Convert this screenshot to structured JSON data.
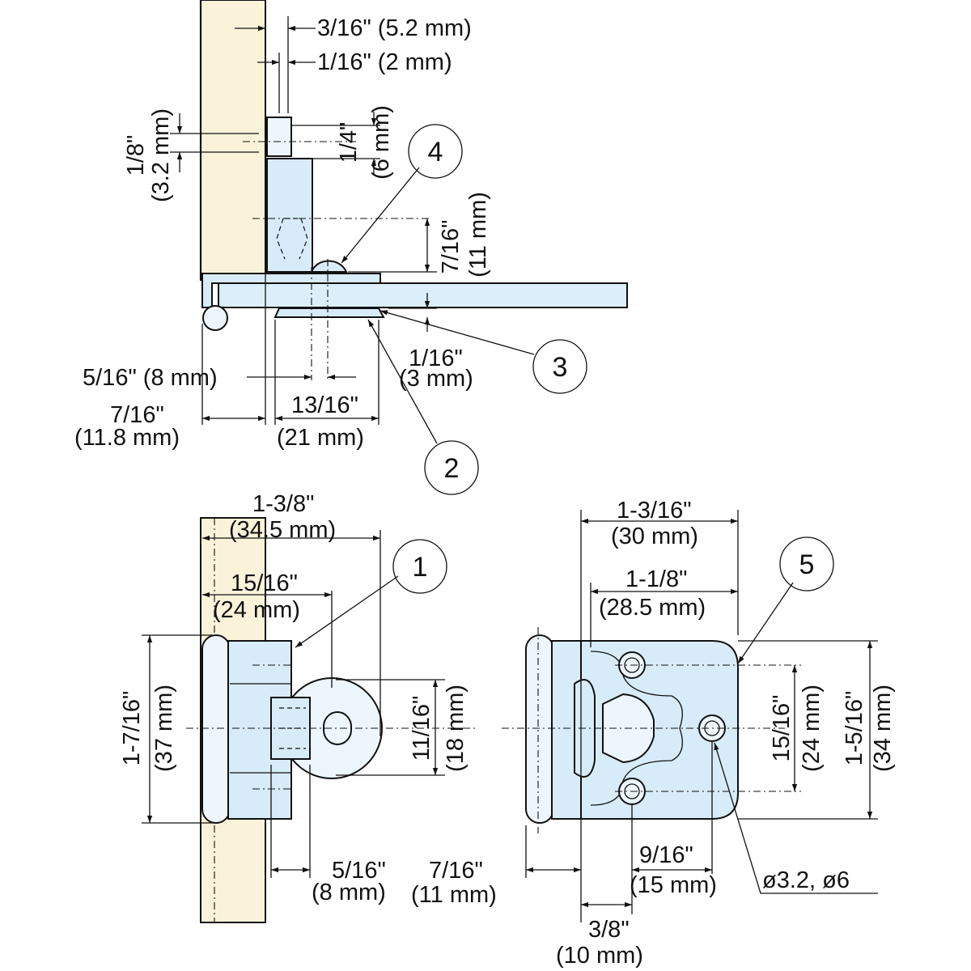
{
  "diagram": {
    "top_view": {
      "dims": {
        "d1": "3/16\" (5.2 mm)",
        "d2": "1/16\" (2 mm)",
        "d3_in": "1/8\"",
        "d3_mm": "(3.2 mm)",
        "d4_in": "1/4\"",
        "d4_mm": "(6 mm)",
        "d5_in": "7/16\"",
        "d5_mm": "(11 mm)",
        "d6_in": "1/16\"",
        "d6_mm": "(3 mm)",
        "d7": "5/16\" (8 mm)",
        "d8_in": "7/16\"",
        "d8_mm": "(11.8 mm)",
        "d9_in": "13/16\"",
        "d9_mm": "(21 mm)"
      }
    },
    "side_view": {
      "dims": {
        "d1_in": "1-3/8\"",
        "d1_mm": "(34.5 mm)",
        "d2_in": "15/16\"",
        "d2_mm": "(24 mm)",
        "d3_in": "1-7/16\"",
        "d3_mm": "(37 mm)",
        "d4_in": "11/16\"",
        "d4_mm": "(18 mm)",
        "d5_in": "5/16\"",
        "d5_mm": "(8 mm)"
      }
    },
    "front_view": {
      "dims": {
        "d1_in": "1-3/16\"",
        "d1_mm": "(30 mm)",
        "d2_in": "1-1/8\"",
        "d2_mm": "(28.5 mm)",
        "d3_in": "15/16\"",
        "d3_mm": "(24 mm)",
        "d4_in": "1-5/16\"",
        "d4_mm": "(34 mm)",
        "d5_in": "7/16\"",
        "d5_mm": "(11 mm)",
        "d6_in": "9/16\"",
        "d6_mm": "(15 mm)",
        "d7_in": "3/8\"",
        "d7_mm": "(10 mm)",
        "hole": "ø3.2, ø6"
      }
    },
    "callouts": [
      "1",
      "2",
      "3",
      "4",
      "5"
    ]
  }
}
